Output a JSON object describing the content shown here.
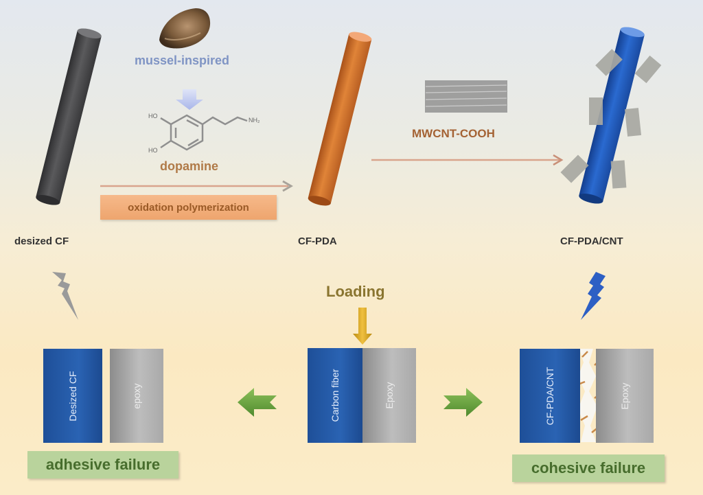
{
  "figure": {
    "stages": [
      {
        "id": "desized",
        "label": "desized CF",
        "fiber_color": "#4a4a4c"
      },
      {
        "id": "pda",
        "label": "CF-PDA",
        "fiber_color": "#d0702a"
      },
      {
        "id": "cnt",
        "label": "CF-PDA/CNT",
        "fiber_color": "#1f5bbd"
      }
    ],
    "mussel_label": "mussel-inspired",
    "molecule": {
      "name": "dopamine",
      "groups": {
        "hydroxyl_top": "HO",
        "hydroxyl_bottom": "HO",
        "amine": "NH₂"
      }
    },
    "step1_process": "oxidation polymerization",
    "step2_reagent": "MWCNT-COOH",
    "loading_label": "Loading",
    "center_specimen": {
      "fiber_label": "Carbon fiber",
      "matrix_label": "Epoxy"
    },
    "left_specimen": {
      "fiber_label": "Desized CF",
      "matrix_label": "epoxy",
      "failure_mode": "adhesive failure"
    },
    "right_specimen": {
      "fiber_label": "CF-PDA/CNT",
      "matrix_label": "Epoxy",
      "failure_mode": "cohesive failure"
    },
    "colors": {
      "arrow_line": "#d9a48c",
      "fail_arrow_green": "#5f9a3a",
      "loading_arrow": "#d6a21a",
      "crack_grey": "#9a9a9a",
      "crack_blue": "#2d5fc4"
    }
  }
}
